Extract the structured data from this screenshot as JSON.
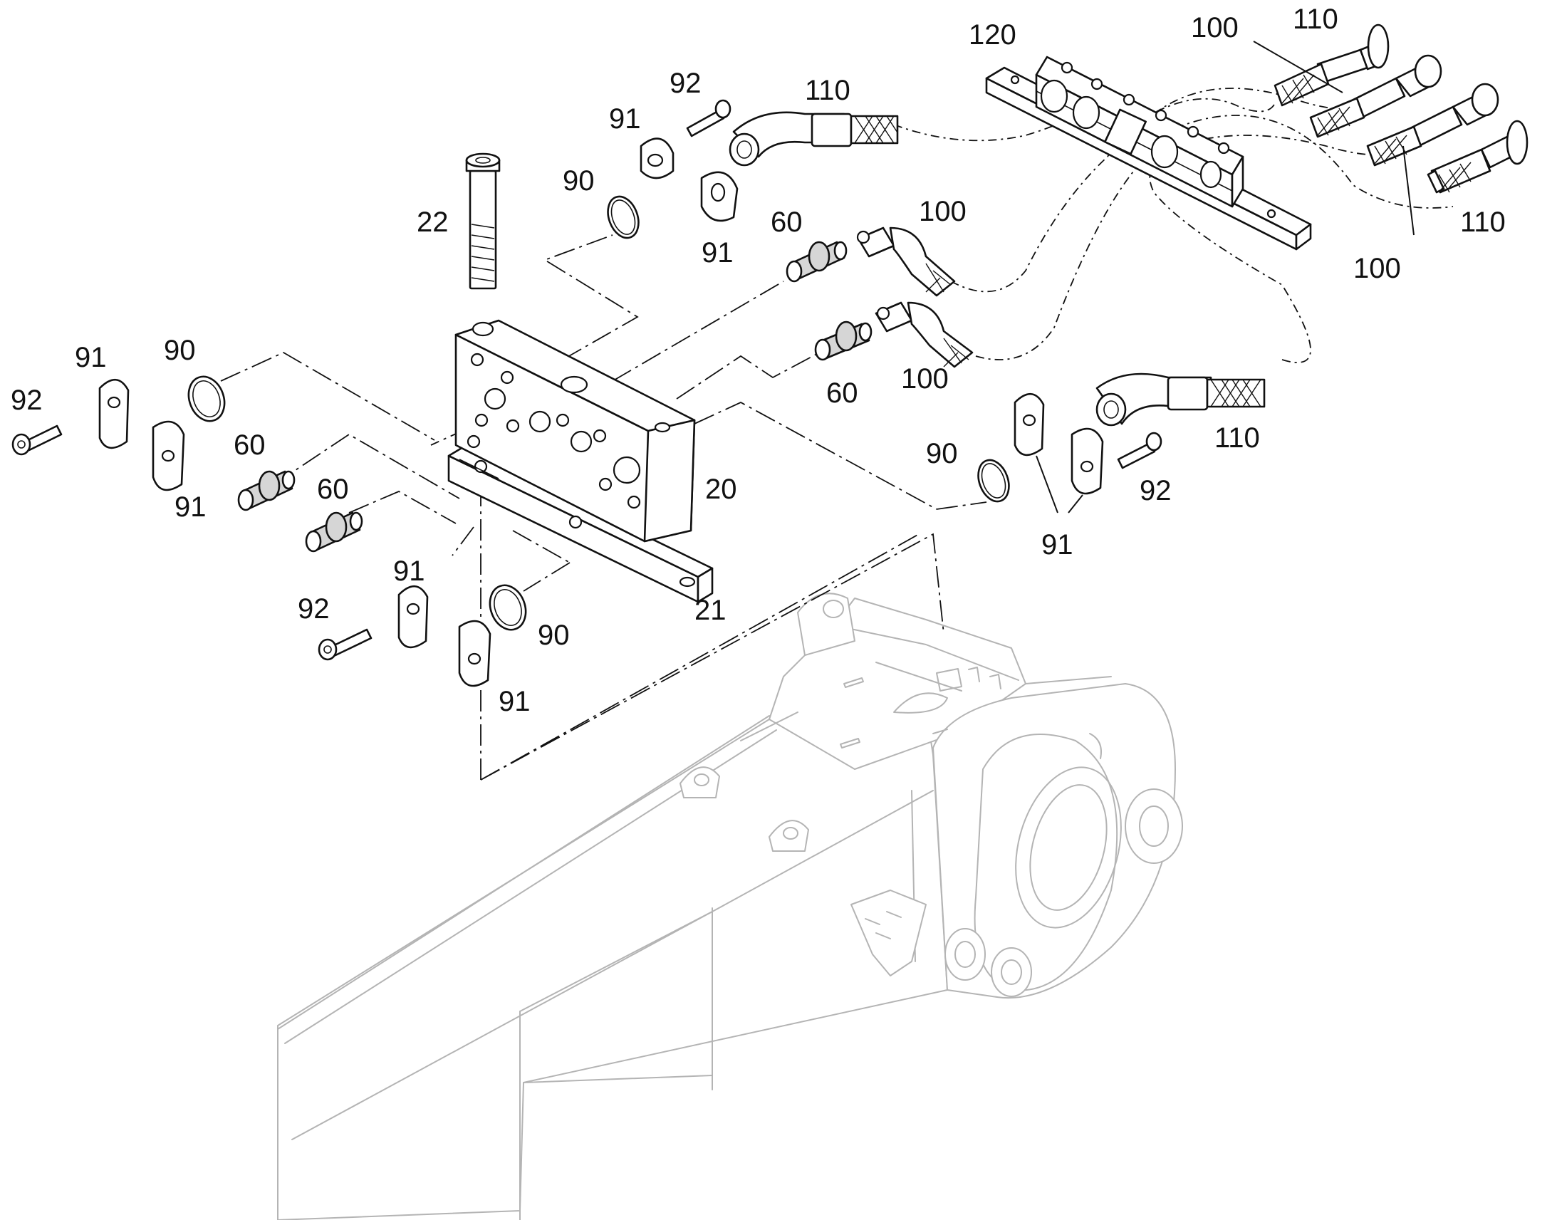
{
  "diagram": {
    "callouts": {
      "c_22": "22",
      "c_20": "20",
      "c_21": "21",
      "c_120": "120",
      "c_60a": "60",
      "c_60b": "60",
      "c_60c": "60",
      "c_60d": "60",
      "c_90a": "90",
      "c_90b": "90",
      "c_90c": "90",
      "c_90d": "90",
      "c_91a": "91",
      "c_91b": "91",
      "c_91c": "91",
      "c_91d": "91",
      "c_91e": "91",
      "c_91f": "91",
      "c_91g": "91",
      "c_92a": "92",
      "c_92b": "92",
      "c_92c": "92",
      "c_92d": "92",
      "c_100a": "100",
      "c_100b": "100",
      "c_100c": "100",
      "c_100d": "100",
      "c_110a": "110",
      "c_110b": "110",
      "c_110c": "110",
      "c_110d": "110"
    }
  }
}
